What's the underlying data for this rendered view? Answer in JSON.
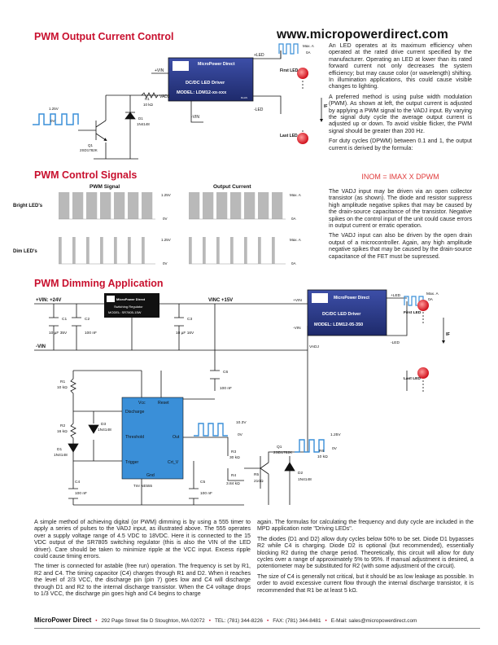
{
  "website": "www.micropowerdirect.com",
  "sections": {
    "output_current_title": "PWM Output Current Control",
    "control_signals_title": "PWM Control Signals",
    "dimming_title": "PWM Dimming Application"
  },
  "right_column": {
    "p1": "An LED operates at its maximum efficiency when operated at the rated drive current specified by the manufacturer. Operating an LED at lower than its rated forward current not only decreases the system efficiency; but may cause color (or wavelength) shifting. In illumination applications, this could cause visible changes to lighting.",
    "p2": "A preferred method is using pulse width modulation (PWM). As shown at left, the output current is adjusted by applying a PWM signal to the VADJ input. By varying the signal duty cycle the average output current is adjusted up or down. To avoid visible flicker, the PWM signal should be greater than 200 Hz.",
    "p3": "For duty cycles (DPWM) between 0.1 and 1, the output current is derived by the formula:",
    "formula": "INOM = IMAX X DPWM",
    "p4": "The VADJ input may be driven via an open collector transistor (as shown). The diode and resistor suppress high amplitude negative spikes that may be caused by the drain-source capacitance of the transistor. Negative spikes on the control input of the unit could cause errors in output current or erratic operation.",
    "p5": "The VADJ input can also be driven by the open drain output of a microcontroller. Again, any high amplitude negative spikes that may be caused by the drain-source capacitance of the FET must be supressed."
  },
  "top_circuit": {
    "module_brand": "MicroPower Direct",
    "module_type": "DC/DC LED Driver",
    "module_model": "MODEL: LDM12-xx-xxx",
    "module_part_no": "RoHS",
    "pin_vin_pos": "+VIN",
    "pin_vin_neg": "-VIN",
    "pin_vadj": "VADJ",
    "pin_led_pos": "+LED",
    "pin_led_neg": "-LED",
    "r1_label": "R1",
    "r1_value": "10 kΩ",
    "d1_label": "D1",
    "d1_value": "1N4148",
    "q1_label": "Q1",
    "q1_value": "2SD1782K",
    "sig_high": "1.25V",
    "sig_low": "0V",
    "max_label": "Max. A",
    "zero_label": "0A",
    "first_led": "First LED",
    "last_led": "Last LED",
    "current_label": "IF"
  },
  "signals": {
    "pwm_title": "PWM  Signal",
    "output_title": "Output Current",
    "bright_label": "Bright LED's",
    "dim_label": "Dim LED's",
    "v_high": "1.25V",
    "v_low": "0V",
    "i_max": "Max. A",
    "i_zero": "0A"
  },
  "dimming_circuit": {
    "vin_pos": "+VIN: +24V",
    "vin_neg": "-VIN",
    "vinc": "VINC +15V",
    "reg_brand": "MicroPower Direct",
    "reg_type": "Switching Regulator",
    "reg_model": "MODEL: SR7805-15W",
    "c1": "C1",
    "c1_val": "10 µF 35V",
    "c2": "C2",
    "c2_val": "100 nF",
    "c3": "C3",
    "c3_val": "10 µF 16V",
    "c4": "C4",
    "c4_val": "100 nF",
    "c5": "C5",
    "c5_val": "100 nF",
    "c6": "C6",
    "c6_val": "100 nF",
    "r1": "R1",
    "r1_val": "10 kΩ",
    "r2": "R2",
    "r2_val": "16 kΩ",
    "r3": "R3",
    "r3_val": "30 kΩ",
    "r4": "R4",
    "r4_val": "3.84 kΩ",
    "r5": "R5",
    "r5_val": "210Ω",
    "r6": "R6",
    "r6_val": "10 kΩ",
    "d1": "D1",
    "d1_val": "1N4148",
    "d2": "D2",
    "d2_val": "1N4148",
    "d3": "D3",
    "d3_val": "1N4148",
    "q1": "Q1",
    "q1_val": "2SD1782K",
    "timer_vcc": "Vcc",
    "timer_reset": "Reset",
    "timer_discharge": "Discharge",
    "timer_threshold": "Threshold",
    "timer_trigger": "Trigger",
    "timer_out": "Out",
    "timer_ctrlv": "Crt_V",
    "timer_gnd": "Gnd",
    "timer_name": "Tmr NE555",
    "out_v_high": "10.3V",
    "out_v_low": "0V",
    "adj_v_high": "1.25V",
    "adj_v_low": "0V",
    "module_brand": "MicroPower Direct",
    "module_type": "DC/DC LED Driver",
    "module_model": "MODEL: LDM12-05-350",
    "pin_vin_pos": "+VIN",
    "pin_vin_neg": "-VIN",
    "pin_vadj": "VADJ",
    "pin_led_pos": "+LED",
    "pin_led_neg": "-LED",
    "max_label": "Max. A",
    "zero_label": "0A",
    "first_led": "First LED",
    "last_led": "Last LED",
    "current_label": "IF"
  },
  "bottom_text": {
    "left_p1": "A simple method of achieving digital (or PWM) dimming is by using a 555 timer to apply a series of pulses to the VADJ input, as illustrated above. The 555 operates over a supply voltage range of 4.5 VDC to 18VDC. Here it is connected to the 15 VDC output of the SR7805 switching regulator (this is also the VIN of the LED driver). Care should be taken to minimize ripple at the VCC input. Excess ripple could cause timing errors.",
    "left_p2": "The timer is connected for astable (free run) operation. The frequency is set by R1, R2 and C4. The timing capacitor (C4) charges through R1 and D2. When it reaches the level of 2/3 VCC, the discharge pin (pin 7) goes low and C4 will discharge through D1 and R2 to the internal discharge transistor. When the C4 voltage drops to 1/3 VCC, the discharge pin goes high and C4 begins to charge",
    "right_p1": "again. The formulas for calculating the frequency and duty cycle are included in the MPD application note \"Driving LEDs\".",
    "right_p2": "The diodes (D1 and D2) allow duty cycles below 50% to be set. Diode D1 bypasses R2 while C4 is charging. Diode D2 is optional (but recommended), essentially blocking R2 during the charge period. Theoretically, this circuit will allow for duty cycles over a range of approximately 5% to 95%. If manual adjustment is desired, a potentiometer may be substituted for R2 (with some adjustment of the circuit).",
    "right_p3": "The size of C4 is generally not critical, but it should be as low leakage as possible. In order to avoid excessive current flow through the internal discharge transistor, it is recommended that R1 be at least 5 kΩ."
  },
  "footer": {
    "company": "MicroPower Direct",
    "address": "292 Page Street Ste D Stoughton, MA 02072",
    "tel": "TEL: (781) 344-8226",
    "fax": "FAX: (781) 344-8481",
    "email": "E-Mail: sales@micropowerdirect.com"
  },
  "colors": {
    "title_red": "#c8102e",
    "signal_blue": "#3a8fd8",
    "module_blue": "#2b3a8a",
    "led_red": "#e0202a"
  }
}
